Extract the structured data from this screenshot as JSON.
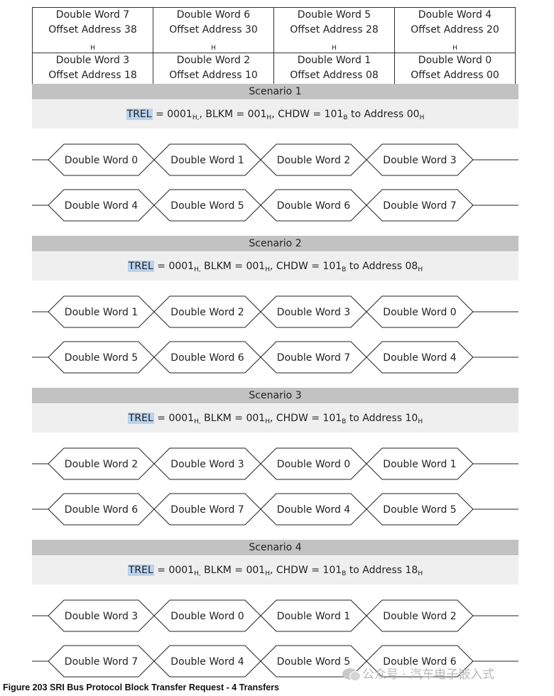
{
  "address_table": [
    [
      {
        "word": "Double Word 7",
        "offset": "Offset Address 38",
        "sub": "H"
      },
      {
        "word": "Double Word 6",
        "offset": "Offset Address 30",
        "sub": "H"
      },
      {
        "word": "Double Word 5",
        "offset": "Offset Address 28",
        "sub": "H"
      },
      {
        "word": "Double Word 4",
        "offset": "Offset Address 20",
        "sub": "H"
      }
    ],
    [
      {
        "word": "Double Word 3",
        "offset": "Offset Address 18",
        "sub": "H"
      },
      {
        "word": "Double Word 2",
        "offset": "Offset Address 10",
        "sub": "H"
      },
      {
        "word": "Double Word 1",
        "offset": "Offset Address 08",
        "sub": "H"
      },
      {
        "word": "Double Word 0",
        "offset": "Offset Address 00",
        "sub": "H"
      }
    ]
  ],
  "scenarios": [
    {
      "title": "Scenario 1",
      "desc": {
        "trel": "TREL",
        "trel_val": " = 0001",
        "blkm": ", BLKM = 001",
        "chdw": ", CHDW = 101",
        "addr_prefix": " to Address ",
        "addr": "00",
        "h": "H",
        "b": "B",
        "h_comma": "H,"
      },
      "rows": [
        [
          "Double Word 0",
          "Double Word 1",
          "Double Word 2",
          "Double Word 3"
        ],
        [
          "Double Word 4",
          "Double Word 5",
          "Double Word 6",
          "Double Word 7"
        ]
      ]
    },
    {
      "title": "Scenario 2",
      "desc": {
        "trel": "TREL",
        "trel_val": " = 0001",
        "blkm": " BLKM = 001",
        "chdw": ", CHDW = 101",
        "addr_prefix": " to Address ",
        "addr": "08",
        "h": "H",
        "b": "B",
        "h_comma": "H,"
      },
      "rows": [
        [
          "Double Word 1",
          "Double Word 2",
          "Double Word 3",
          "Double Word 0"
        ],
        [
          "Double Word 5",
          "Double Word 6",
          "Double Word 7",
          "Double Word 4"
        ]
      ]
    },
    {
      "title": "Scenario 3",
      "desc": {
        "trel": "TREL",
        "trel_val": " = 0001",
        "blkm": " BLKM = 001",
        "chdw": ", CHDW = 101",
        "addr_prefix": " to Address ",
        "addr": "10",
        "h": "H",
        "b": "B",
        "h_comma": "H,"
      },
      "rows": [
        [
          "Double Word 2",
          "Double Word 3",
          "Double Word 0",
          "Double Word 1"
        ],
        [
          "Double Word 6",
          "Double Word 7",
          "Double Word 4",
          "Double Word 5"
        ]
      ]
    },
    {
      "title": "Scenario 4",
      "desc": {
        "trel": "TREL",
        "trel_val": " = 0001",
        "blkm": " BLKM = 001",
        "chdw": ", CHDW = 101",
        "addr_prefix": " to Address ",
        "addr": "18",
        "h": "H",
        "b": "B",
        "h_comma": "H,"
      },
      "rows": [
        [
          "Double Word 3",
          "Double Word 0",
          "Double Word 1",
          "Double Word 2"
        ],
        [
          "Double Word 7",
          "Double Word 4",
          "Double Word 5",
          "Double Word 6"
        ]
      ]
    }
  ],
  "caption": "Figure 203  SRI Bus Protocol Block Transfer Request - 4 Transfers",
  "watermark": "公众号 · 汽车电子嵌入式",
  "colors": {
    "header_bg": "#c2c2c2",
    "body_bg": "#efefef",
    "highlight": "#b9d2ee"
  }
}
